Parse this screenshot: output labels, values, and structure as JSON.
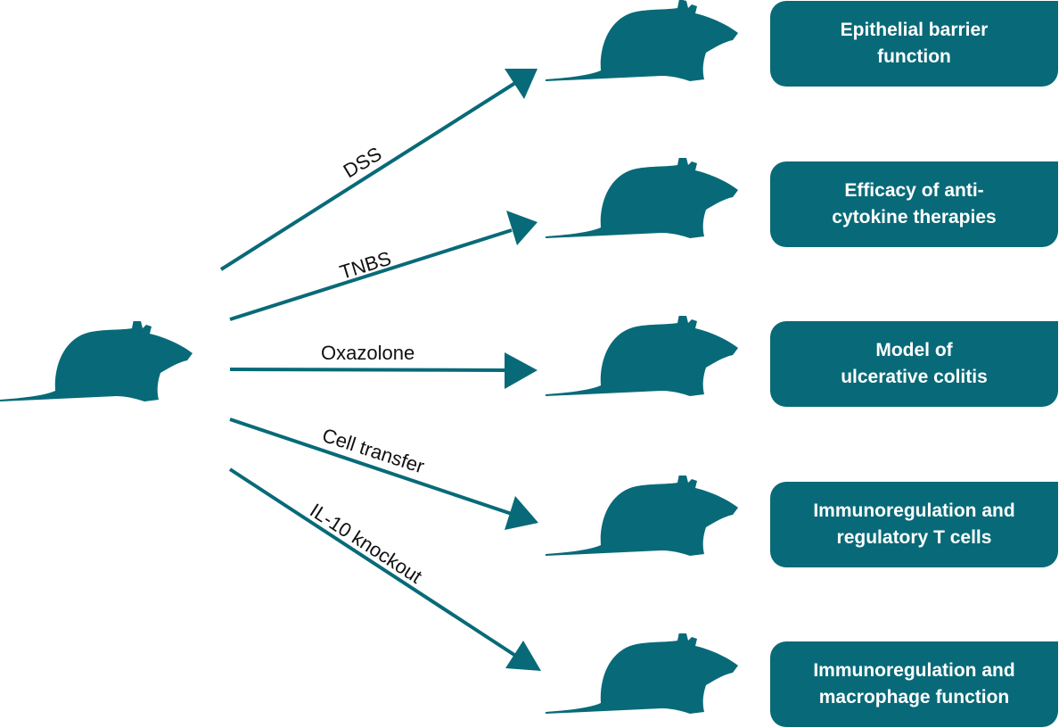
{
  "colors": {
    "teal": "#086a78",
    "label_text": "#111111",
    "box_text": "#ffffff"
  },
  "icons": {
    "source": "mouse-silhouette-icon",
    "target": "mouse-silhouette-icon"
  },
  "edges": [
    {
      "label": "DSS"
    },
    {
      "label": "TNBS"
    },
    {
      "label": "Oxazolone"
    },
    {
      "label": "Cell transfer"
    },
    {
      "label": "IL-10 knockout"
    }
  ],
  "outcomes": [
    {
      "text": "Epithelial barrier\nfunction"
    },
    {
      "text": "Efficacy of anti-\ncytokine therapies"
    },
    {
      "text": "Model of\nulcerative colitis"
    },
    {
      "text": "Immunoregulation and\nregulatory T cells"
    },
    {
      "text": "Immunoregulation and\nmacrophage function"
    }
  ]
}
